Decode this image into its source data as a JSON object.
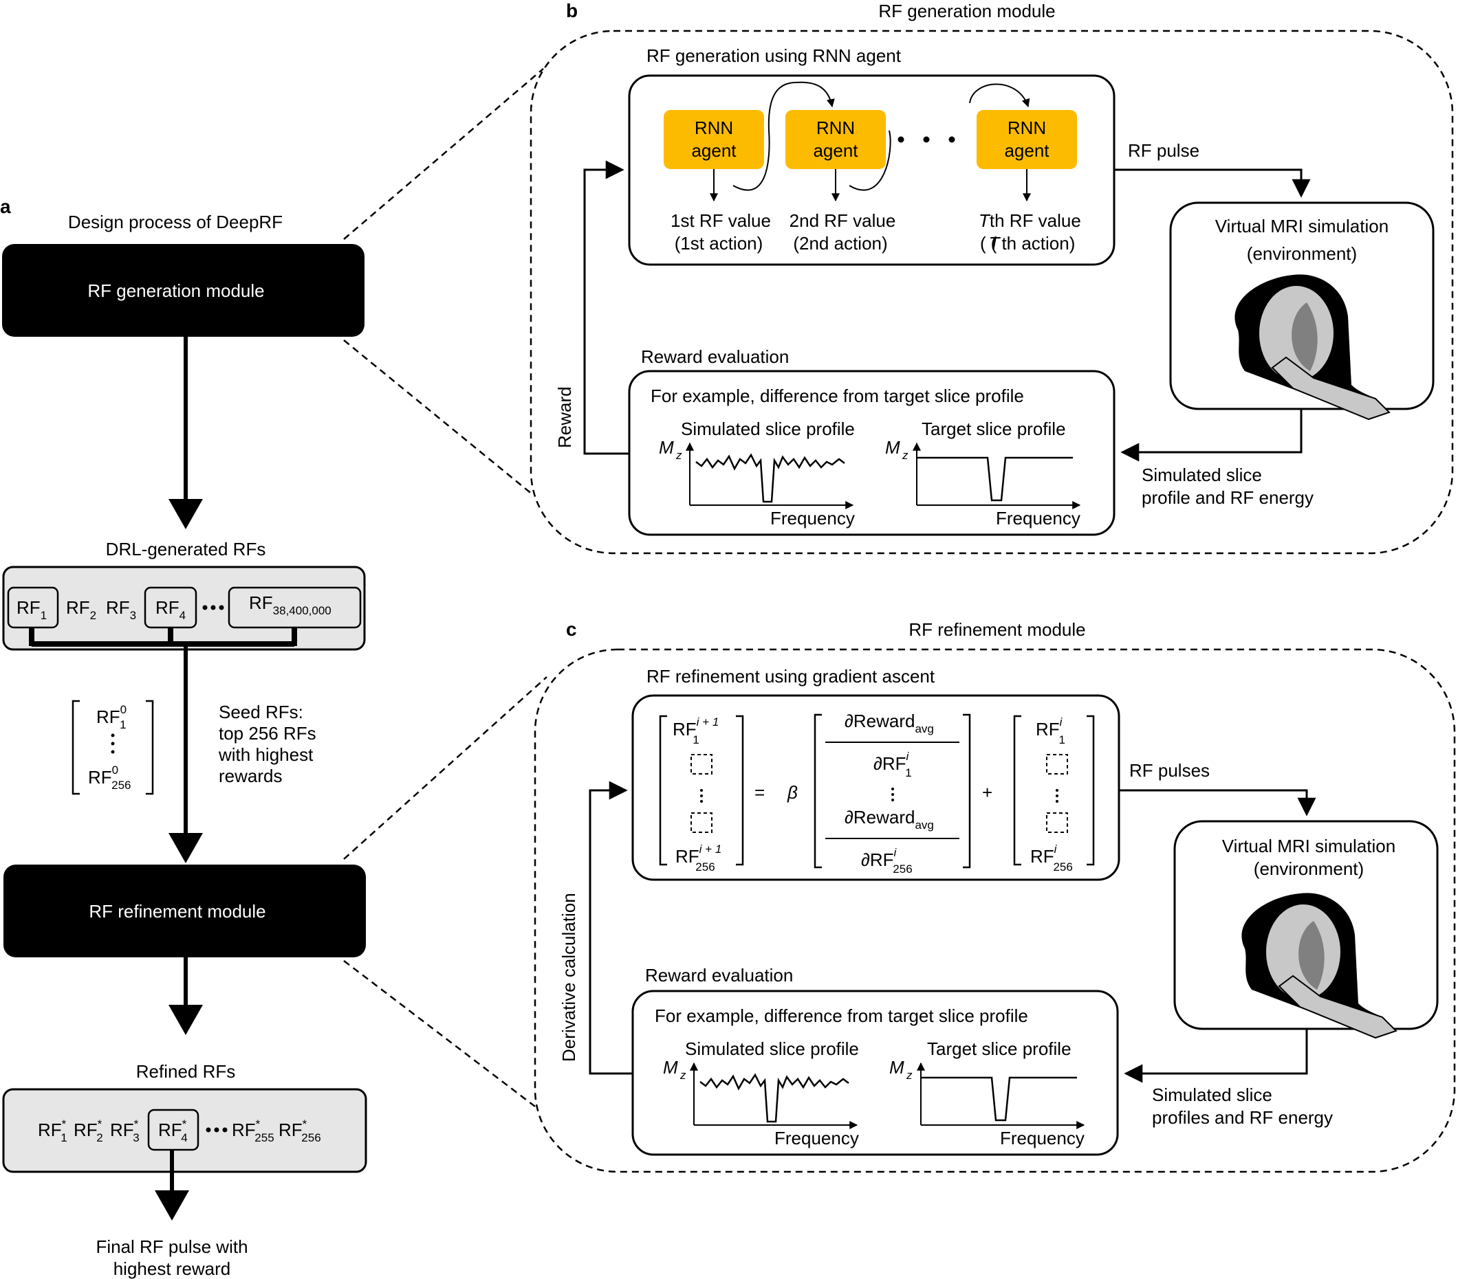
{
  "panel_a": {
    "letter": "a",
    "title": "Design process of DeepRF",
    "gen_module": "RF generation module",
    "drl_title": "DRL-generated RFs",
    "rf1": "RF",
    "rf1_sub": "1",
    "rf2": "RF",
    "rf2_sub": "2",
    "rf3": "RF",
    "rf3_sub": "3",
    "rf4": "RF",
    "rf4_sub": "4",
    "rfn": "RF",
    "rfn_sub": "38,400,000",
    "seed_top": "RF",
    "seed_top_sup": "0",
    "seed_top_sub": "1",
    "seed_bot": "RF",
    "seed_bot_sup": "0",
    "seed_bot_sub": "256",
    "seed_text": [
      "Seed RFs:",
      "top 256 RFs",
      "with highest",
      "rewards"
    ],
    "ref_module": "RF refinement module",
    "refined_title": "Refined RFs",
    "refined_items": [
      {
        "t": "RF",
        "sub": "1"
      },
      {
        "t": "RF",
        "sub": "2"
      },
      {
        "t": "RF",
        "sub": "3"
      },
      {
        "t": "RF",
        "sub": "4"
      },
      {
        "t": "RF",
        "sub": "255"
      },
      {
        "t": "RF",
        "sub": "256"
      }
    ],
    "star": "*",
    "final_text": [
      "Final RF pulse with",
      "highest reward"
    ]
  },
  "panel_b": {
    "letter": "b",
    "title": "RF generation module",
    "rnn_title": "RF generation using RNN agent",
    "agent_line1": "RNN",
    "agent_line2": "agent",
    "val1": [
      "1st RF value",
      "(1st action)"
    ],
    "val2": [
      "2nd RF value",
      "(2nd action)"
    ],
    "valT": [
      "th RF value",
      "( th action)"
    ],
    "T": "T",
    "rf_pulse": "RF pulse",
    "sim_title": [
      "Virtual MRI simulation",
      "(environment)"
    ],
    "reward_eval": "Reward evaluation",
    "reward_example": "For example, difference from target slice profile",
    "sim_profile": "Simulated slice profile",
    "target_profile": "Target slice profile",
    "mz": "M",
    "mz_sub": "z",
    "freq": "Frequency",
    "reward": "Reward",
    "sim_out": [
      "Simulated slice",
      "profile and RF energy"
    ]
  },
  "panel_c": {
    "letter": "c",
    "title": "RF refinement module",
    "grad_title": "RF refinement using gradient ascent",
    "lhs_top": "RF",
    "lhs_top_sup": "i + 1",
    "lhs_top_sub": "1",
    "lhs_bot": "RF",
    "lhs_bot_sup": "i + 1",
    "lhs_bot_sub": "256",
    "eq": "=",
    "beta": "β",
    "d_reward": "∂Reward",
    "avg": "avg",
    "d_rf": "∂RF",
    "i": "i",
    "one": "1",
    "n256": "256",
    "plus": "+",
    "rhs_top": "RF",
    "rhs_bot": "RF",
    "rf_pulses": "RF pulses",
    "sim_title": [
      "Virtual MRI simulation",
      "(environment)"
    ],
    "reward_eval": "Reward evaluation",
    "reward_example": "For example, difference from target slice profile",
    "sim_profile": "Simulated slice profile",
    "target_profile": "Target slice profile",
    "mz": "M",
    "mz_sub": "z",
    "freq": "Frequency",
    "deriv": "Derivative calculation",
    "sim_out": [
      "Simulated slice",
      "profiles and RF energy"
    ]
  },
  "colors": {
    "agent": "#FDBB00",
    "gray_box": "#E6E6E6",
    "black": "#000000"
  }
}
